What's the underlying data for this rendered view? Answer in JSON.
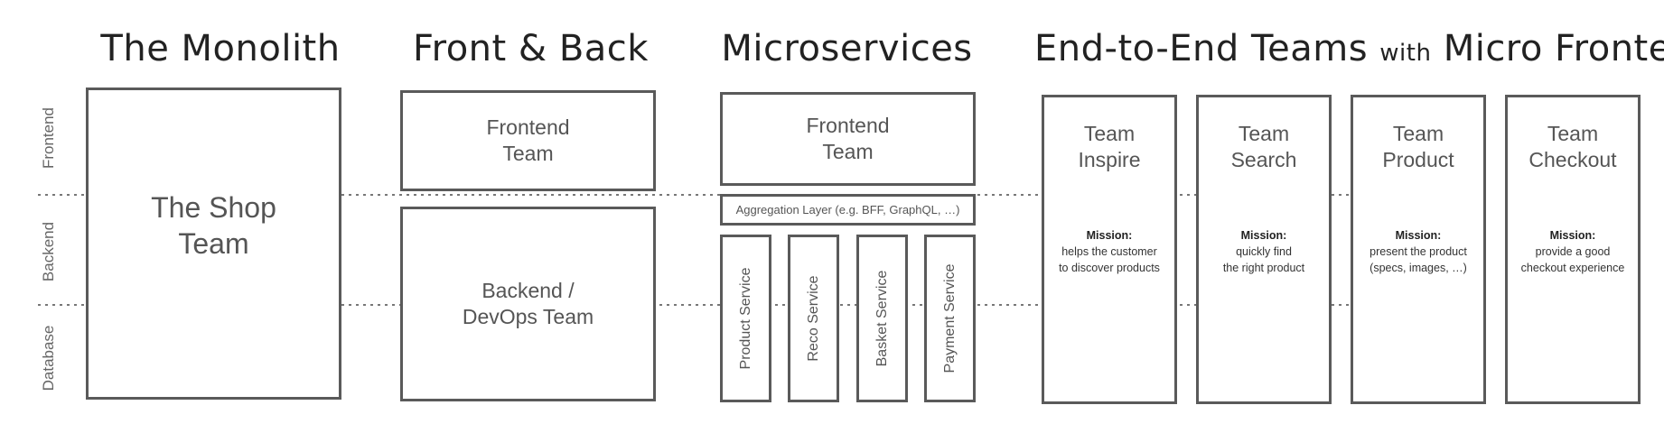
{
  "titles": {
    "monolith": "The Monolith",
    "front_back": "Front & Back",
    "microservices": "Microservices",
    "end_to_end_prefix": "End-to-End Teams",
    "end_to_end_with": "with",
    "end_to_end_suffix": "Micro Frontends"
  },
  "layers": {
    "frontend": "Frontend",
    "backend": "Backend",
    "database": "Database"
  },
  "monolith": {
    "team_line1": "The Shop",
    "team_line2": "Team"
  },
  "front_back": {
    "frontend_line1": "Frontend",
    "frontend_line2": "Team",
    "backend_line1": "Backend /",
    "backend_line2": "DevOps Team"
  },
  "microservices": {
    "frontend_line1": "Frontend",
    "frontend_line2": "Team",
    "aggregation": "Aggregation Layer (e.g. BFF, GraphQL, …)",
    "services": [
      "Product Service",
      "Reco Service",
      "Basket Service",
      "Payment Service"
    ]
  },
  "teams": [
    {
      "name_line1": "Team",
      "name_line2": "Inspire",
      "mission_title": "Mission:",
      "mission_line1": "helps the customer",
      "mission_line2": "to discover products"
    },
    {
      "name_line1": "Team",
      "name_line2": "Search",
      "mission_title": "Mission:",
      "mission_line1": "quickly find",
      "mission_line2": "the right product"
    },
    {
      "name_line1": "Team",
      "name_line2": "Product",
      "mission_title": "Mission:",
      "mission_line1": "present the product",
      "mission_line2": "(specs, images, …)"
    },
    {
      "name_line1": "Team",
      "name_line2": "Checkout",
      "mission_title": "Mission:",
      "mission_line1": "provide a good",
      "mission_line2": "checkout experience"
    }
  ],
  "colors": {
    "border": "#5a5a5a",
    "text": "#555555",
    "title": "#222222",
    "guide": "#777777"
  }
}
